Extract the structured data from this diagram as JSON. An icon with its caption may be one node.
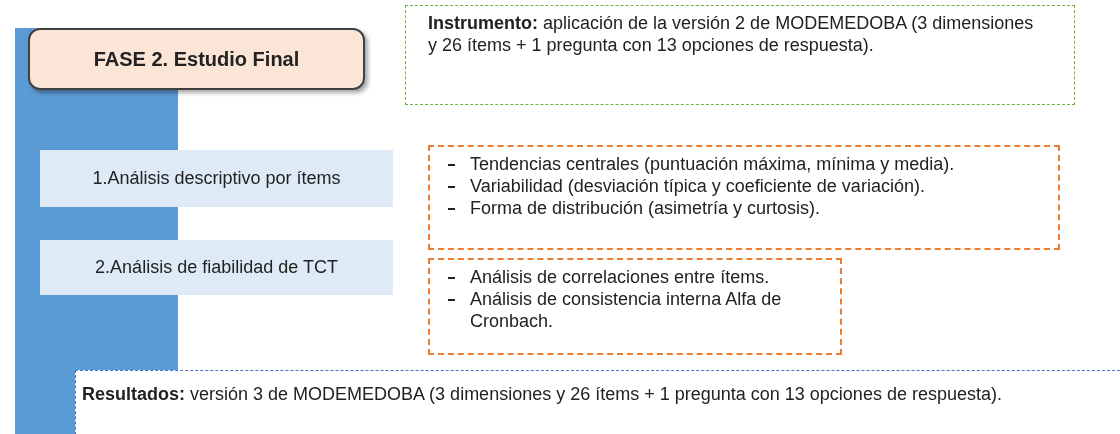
{
  "diagram": {
    "nodes": [
      {
        "text": [
          "FASE 2. Estudio Final"
        ]
      },
      {
        "text": [
          "**Instrumento:** aplicación de la versión 2 de MODEMEDOBA (3 dimensiones y 26 ítems + 1 pregunta con 13 opciones de respuesta)."
        ]
      },
      {
        "text": [
          "1.Análisis descriptivo por ítems"
        ]
      },
      {
        "text": [
          "Tendencias centrales (puntuación máxima, mínima y media).",
          "Variabilidad (desviación típica y coeficiente de variación).",
          "Forma de distribución (asimetría y curtosis)."
        ]
      },
      {
        "text": [
          "2.Análisis de fiabilidad de TCT"
        ]
      },
      {
        "text": [
          "Análisis de correlaciones entre ítems.",
          "Análisis de consistencia interna Alfa de Cronbach."
        ]
      },
      {
        "text": [
          "**Resultados:** versión 3 de MODEMEDOBA (3 dimensiones y 26 ítems + 1 pregunta con 13 opciones de respuesta)."
        ]
      },
      {
        "text": [],
        "shape": "bar"
      }
    ]
  }
}
